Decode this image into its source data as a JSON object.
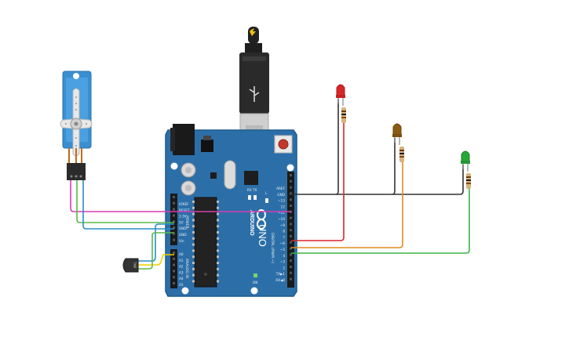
{
  "board": {
    "brand": "ARDUINO",
    "model": "UNO",
    "power_header_labels": [
      "IOREF",
      "RESET",
      "3.3V",
      "5V",
      "GND",
      "GND",
      "Vin"
    ],
    "power_header_title": "POWER",
    "analog_labels": [
      "A0",
      "A1",
      "A2",
      "A3",
      "A4",
      "A5"
    ],
    "analog_header_title": "ANALOG IN",
    "digital_labels": [
      "AREF",
      "GND",
      "~13",
      "12",
      "~11",
      "~10",
      "~9",
      "8",
      "7",
      "~6",
      "~5",
      "4",
      "~3",
      "2",
      "TX▶1",
      "RX◀0"
    ],
    "digital_header_title": "DIGITAL (PWM ~)",
    "led_labels": [
      "RX",
      "TX",
      "L"
    ],
    "on_label": "ON",
    "colors": {
      "board": "#2c6fa8",
      "board_edge": "#1f5a8c",
      "header": "#1a1a1a",
      "chip": "#222222"
    }
  },
  "usb_cable": {
    "connector_color": "#2a2a2a",
    "plug_color": "#cfcfcf"
  },
  "servo": {
    "body_color": "#3a8fd0",
    "horn_color": "#e8e8e8"
  },
  "sensor": {
    "body_color": "#333333",
    "label": "TMP"
  },
  "leds": [
    {
      "color": "red",
      "hex": "#d9262b"
    },
    {
      "color": "orange",
      "hex": "#8a5a13"
    },
    {
      "color": "green",
      "hex": "#28a83a"
    }
  ],
  "wires": {
    "ground": "#333333",
    "red_led": "#d9262b",
    "orange_led": "#e08a1e",
    "green_led": "#3db34a",
    "servo_signal": "#d63cb0",
    "servo_power": "#58b84a",
    "servo_ground": "#2a8fc4",
    "sensor_signal": "#f0d000"
  }
}
